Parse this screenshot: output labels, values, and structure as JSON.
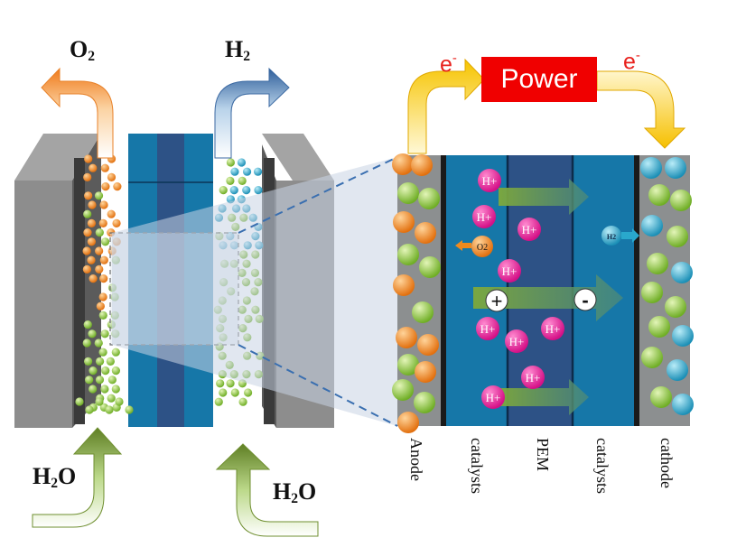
{
  "top_labels": {
    "o2_left": "O",
    "o2_left_sub": "2",
    "h2_left": "H",
    "h2_left_sub": "2"
  },
  "bottom_labels": {
    "h2o_left": "H",
    "h2o_left_sub": "2",
    "h2o_left_tail": "O",
    "h2o_right": "H",
    "h2o_right_sub": "2",
    "h2o_right_tail": "O"
  },
  "circuit": {
    "power_label": "Power",
    "electron_left": "e",
    "electron_left_sup": "-",
    "electron_right": "e",
    "electron_right_sup": "-"
  },
  "zoom_panel": {
    "ions": [
      "H+",
      "H+",
      "H+",
      "H+",
      "H+",
      "H+",
      "H+",
      "H+",
      "H+"
    ],
    "o2_molecule": "O2",
    "h2_molecule": "H2",
    "plus_sign": "+",
    "minus_sign": "-"
  },
  "layer_labels": [
    "Anode",
    "catalysts",
    "PEM",
    "catalysts",
    "cathode"
  ],
  "colors": {
    "membrane_blue": "#1677a8",
    "pem_dark": "#2d5286",
    "power_red": "#f00000",
    "electron_red": "#e8201c",
    "orange_particle": "#f08a1e",
    "green_particle": "#8cc63f",
    "cyan_particle": "#29a8cc",
    "ion_magenta": "#e8189a"
  },
  "icons": [
    "o2-exhaust-arrow-icon",
    "h2-exhaust-arrow-icon",
    "h2o-inlet-arrow-icon",
    "electron-flow-arrow-icon",
    "proton-flow-arrow-icon"
  ]
}
